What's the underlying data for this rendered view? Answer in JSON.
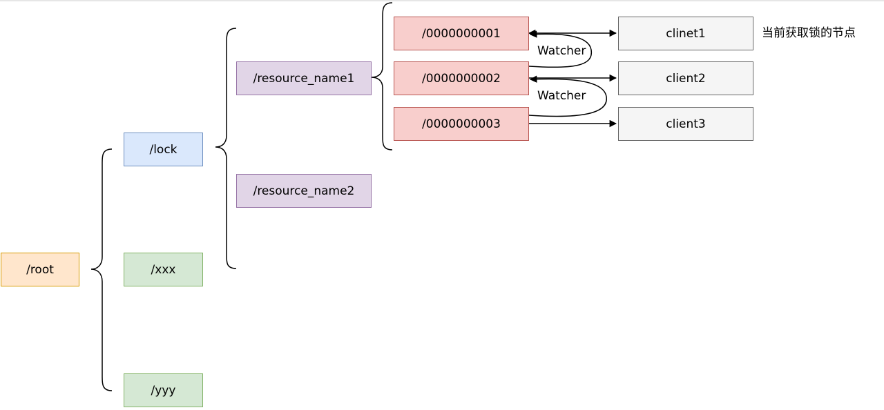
{
  "nodes": {
    "root": "/root",
    "lock": "/lock",
    "xxx": "/xxx",
    "yyy": "/yyy",
    "resource1": "/resource_name1",
    "resource2": "/resource_name2",
    "seq1": "/0000000001",
    "seq2": "/0000000002",
    "seq3": "/0000000003",
    "client1": "clinet1",
    "client2": "client2",
    "client3": "client3"
  },
  "labels": {
    "watcher1": "Watcher",
    "watcher2": "Watcher",
    "current_holder_note": "当前获取锁的节点"
  },
  "colors": {
    "root_fill": "#ffe6cc",
    "lock_fill": "#dae8fc",
    "leaf_fill": "#d5e8d4",
    "resource_fill": "#e1d5e7",
    "sequence_fill": "#f8cecc",
    "client_fill": "#f5f5f5"
  }
}
